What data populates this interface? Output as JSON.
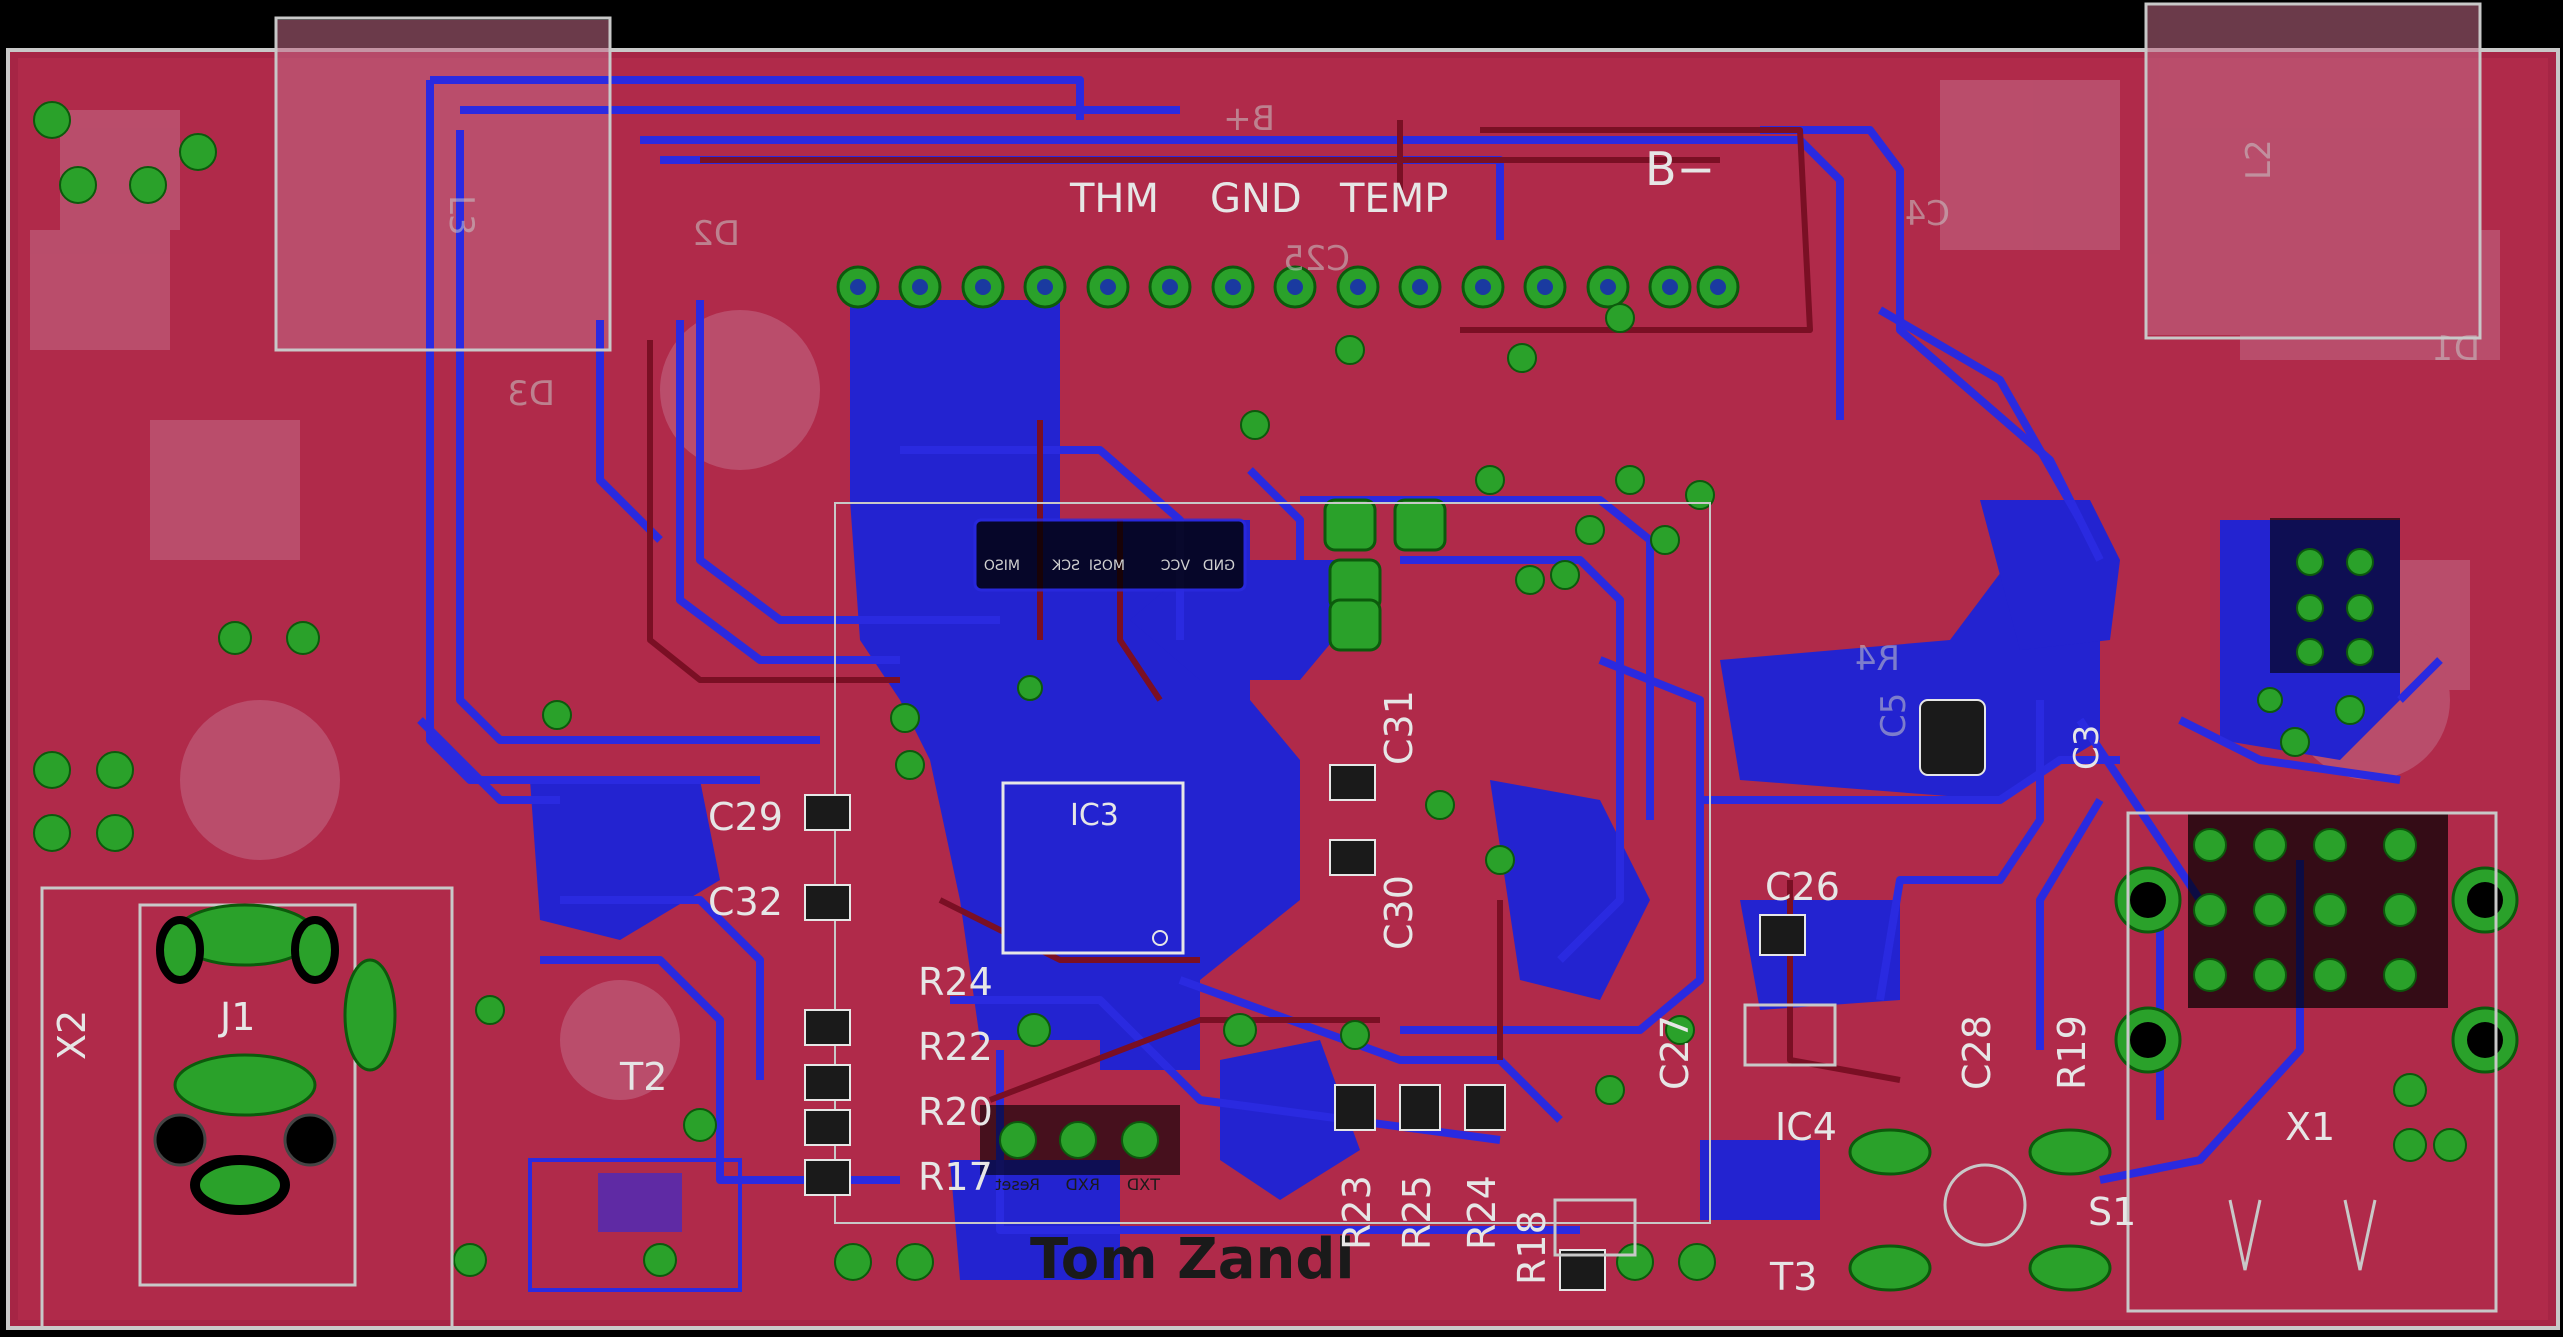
{
  "colors": {
    "background": "#000000",
    "top_copper": "#b01e3c",
    "top_fill": "#a62545",
    "bottom_copper": "#2323d0",
    "pad_green": "#2aa12a",
    "pad_hole": "#1a3aa0",
    "silk": "#e6e6e6",
    "outline": "#c8c8c8",
    "tdocu": "#c06080"
  },
  "silk_labels": {
    "thm": "THM",
    "gnd": "GND",
    "temp": "TEMP",
    "b_minus": "B−",
    "b_plus": "B+",
    "ic3": "IC3",
    "c29": "C29",
    "c32": "C32",
    "c31": "C31",
    "c30": "C30",
    "c26": "C26",
    "c27": "C27",
    "c28": "C28",
    "r19": "R19",
    "r24_left": "R24",
    "r22": "R22",
    "r20": "R20",
    "r17": "R17",
    "r23": "R23",
    "r25": "R25",
    "r24_bottom": "R24",
    "r18": "R18",
    "j1": "J1",
    "x2": "X2",
    "t2": "T2",
    "t3": "T3",
    "ic4": "IC4",
    "s1": "S1",
    "x1": "X1",
    "c3": "C3",
    "c5": "C5",
    "signature": "Tom Zandl",
    "r4": "R4",
    "c25": "C25",
    "d2": "D2",
    "d3": "D3",
    "l3": "L3",
    "l2": "L2",
    "c4": "C4",
    "d1": "D1"
  },
  "header_pins": {
    "isp_labels": [
      "GND",
      "VCC",
      "MOSI",
      "SCK",
      "MISO"
    ],
    "serial_labels": [
      "TXD",
      "RXD",
      "Reset"
    ]
  }
}
